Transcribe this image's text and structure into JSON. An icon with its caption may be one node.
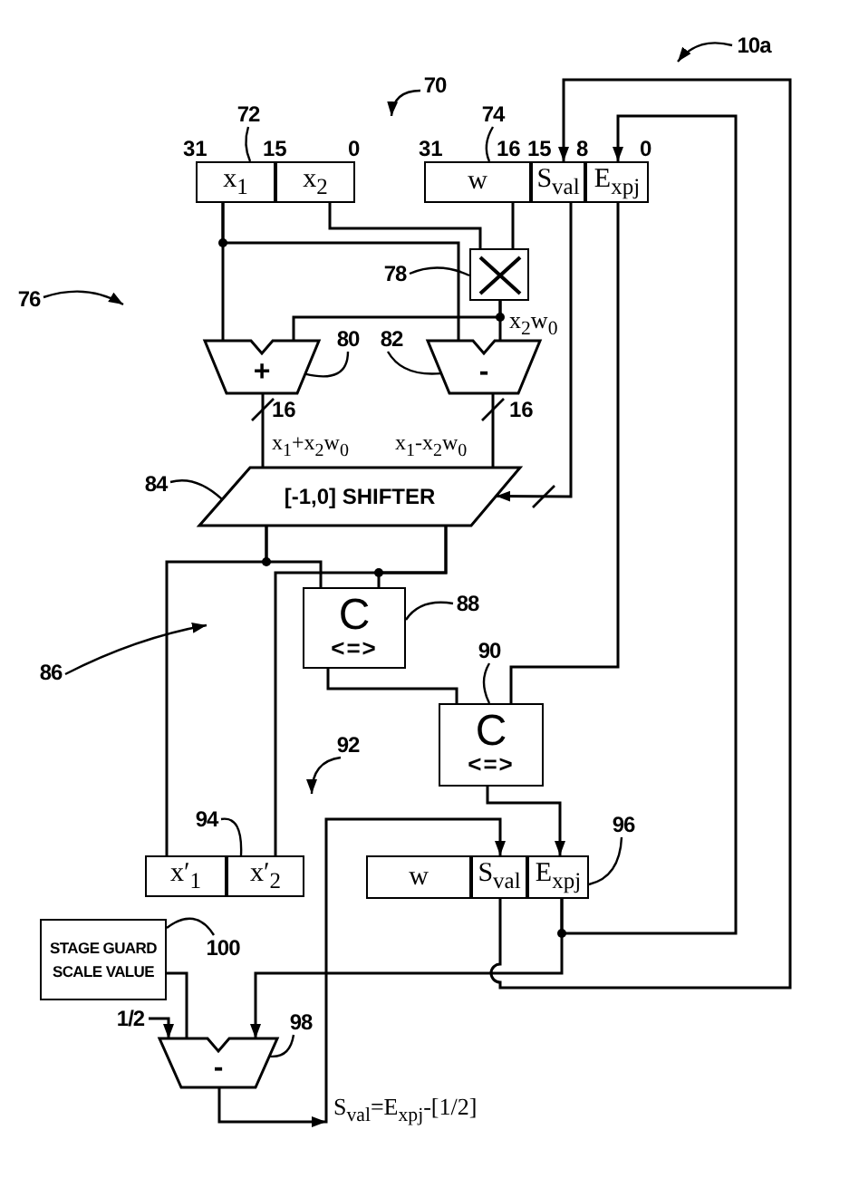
{
  "diagram": {
    "nodes": [
      {
        "text": [
          "x$_{1}$"
        ]
      },
      {
        "text": [
          "x$_{2}$"
        ]
      },
      {
        "text": [
          "w"
        ]
      },
      {
        "text": [
          "S$_{val}$"
        ]
      },
      {
        "text": [
          "E$_{xpj}$"
        ]
      },
      {
        "text": [],
        "shape": "box"
      },
      {
        "text": [
          "+"
        ]
      },
      {
        "text": [
          "-"
        ]
      },
      {
        "text": [
          "[-1,0] SHIFTER"
        ]
      },
      {
        "text": [
          "C",
          "<=>"
        ]
      },
      {
        "text": [
          "C",
          "<=>"
        ]
      },
      {
        "text": [
          "x′$_{1}$"
        ]
      },
      {
        "text": [
          "x′$_{2}$"
        ]
      },
      {
        "text": [
          "w"
        ]
      },
      {
        "text": [
          "S$_{val}$"
        ]
      },
      {
        "text": [
          "E$_{xpj}$"
        ]
      },
      {
        "text": [
          "STAGE GUARD SCALE VALUE"
        ]
      },
      {
        "text": [
          "-"
        ]
      },
      {
        "text": [
          "1/2"
        ]
      },
      {
        "text": [
          "72"
        ]
      },
      {
        "text": [
          "74"
        ]
      },
      {
        "text": [
          "78"
        ]
      },
      {
        "text": [
          "80"
        ]
      },
      {
        "text": [
          "82"
        ]
      },
      {
        "text": [
          "84"
        ]
      },
      {
        "text": [
          "88"
        ]
      },
      {
        "text": [
          "90"
        ]
      },
      {
        "text": [
          "94"
        ]
      },
      {
        "text": [
          "96"
        ]
      },
      {
        "text": [
          "100"
        ]
      },
      {
        "text": [
          "98"
        ]
      },
      {
        "text": [
          "70"
        ]
      },
      {
        "text": [
          "10a"
        ]
      },
      {
        "text": [
          "76"
        ]
      },
      {
        "text": [
          "86"
        ]
      },
      {
        "text": [
          "92"
        ]
      }
    ],
    "edges": [
      {
        "from": 0,
        "to": 6,
        "arrow": "none"
      },
      {
        "from": 0,
        "to": 7,
        "arrow": "none"
      },
      {
        "from": 1,
        "to": 5,
        "arrow": "none"
      },
      {
        "from": 2,
        "to": 5,
        "arrow": "none"
      },
      {
        "from": 5,
        "to": 6,
        "arrow": "none"
      },
      {
        "from": 5,
        "to": 7,
        "arrow": "none"
      },
      {
        "from": 6,
        "to": 8,
        "arrow": "none"
      },
      {
        "from": 7,
        "to": 8,
        "arrow": "none"
      },
      {
        "from": 3,
        "to": 8,
        "arrow": "to"
      },
      {
        "from": 8,
        "to": 11,
        "arrow": "none"
      },
      {
        "from": 8,
        "to": 9,
        "arrow": "none"
      },
      {
        "from": 8,
        "to": 12,
        "arrow": "none"
      },
      {
        "from": 8,
        "to": 9,
        "arrow": "none"
      },
      {
        "from": 9,
        "to": 10,
        "arrow": "none"
      },
      {
        "from": 4,
        "to": 10,
        "arrow": "none"
      },
      {
        "from": 10,
        "to": 15,
        "arrow": "to"
      },
      {
        "from": 15,
        "to": 4,
        "arrow": "to"
      },
      {
        "from": 15,
        "to": 17,
        "arrow": "to"
      },
      {
        "from": 14,
        "to": 3,
        "arrow": "to"
      },
      {
        "from": 16,
        "to": 17,
        "arrow": "none"
      },
      {
        "from": 18,
        "to": 17,
        "arrow": "to"
      },
      {
        "from": 17,
        "to": 14,
        "arrow": "to"
      },
      {
        "from": 19,
        "to": 0,
        "arrow": "none"
      },
      {
        "from": 20,
        "to": 2,
        "arrow": "none"
      },
      {
        "from": 21,
        "to": 5,
        "arrow": "none"
      },
      {
        "from": 22,
        "to": 6,
        "arrow": "none"
      },
      {
        "from": 23,
        "to": 7,
        "arrow": "none"
      },
      {
        "from": 24,
        "to": 8,
        "arrow": "none"
      },
      {
        "from": 25,
        "to": 9,
        "arrow": "none"
      },
      {
        "from": 26,
        "to": 10,
        "arrow": "none"
      },
      {
        "from": 27,
        "to": 12,
        "arrow": "none"
      },
      {
        "from": 28,
        "to": 15,
        "arrow": "none"
      },
      {
        "from": 29,
        "to": 16,
        "arrow": "none"
      },
      {
        "from": 30,
        "to": 17,
        "arrow": "none"
      },
      {
        "from": 31,
        "to": null,
        "arrow": "to"
      },
      {
        "from": 32,
        "to": null,
        "arrow": "to"
      },
      {
        "from": 33,
        "to": null,
        "arrow": "to"
      },
      {
        "from": 34,
        "to": null,
        "arrow": "to"
      },
      {
        "from": 35,
        "to": null,
        "arrow": "to"
      }
    ],
    "labels": [
      "31",
      "15",
      "0",
      "31",
      "16",
      "15",
      "8",
      "0",
      "x$_{2}$w$_{0}$",
      "16",
      "16",
      "x$_{1}$+x$_{2}$w$_{0}$",
      "x$_{1}$-x$_{2}$w$_{0}$",
      "S$_{val}$=E$_{xpj}$-[1/2]"
    ]
  }
}
